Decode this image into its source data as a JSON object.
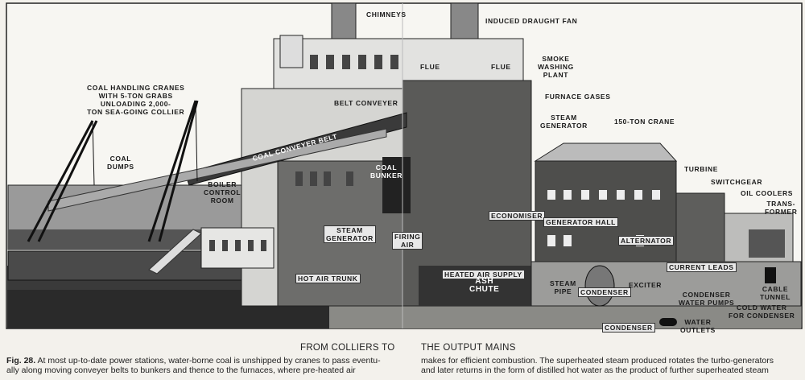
{
  "labels": {
    "chimneys": "CHIMNEYS",
    "induced_draught_fan": "INDUCED DRAUGHT FAN",
    "cranes": [
      "COAL HANDLING CRANES",
      "WITH 5-TON GRABS",
      "UNLOADING 2,000-",
      "TON SEA-GOING COLLIER"
    ],
    "coal_dumps": [
      "COAL",
      "DUMPS"
    ],
    "belt_conveyer": "BELT CONVEYER",
    "flue_left": "FLUE",
    "flue_right": "FLUE",
    "smoke_washing_plant": [
      "SMOKE",
      "WASHING",
      "PLANT"
    ],
    "furnace_gases": "FURNACE GASES",
    "steam_generator_upper": [
      "STEAM",
      "GENERATOR"
    ],
    "crane_150": "150-TON CRANE",
    "coal_conveyer_belt": "COAL CONVEYER BELT",
    "coal_bunker": [
      "COAL",
      "BUNKER"
    ],
    "boiler_control_room": [
      "BOILER",
      "CONTROL",
      "ROOM"
    ],
    "turbine": "TURBINE",
    "switchgear": "SWITCHGEAR",
    "oil_coolers": "OIL COOLERS",
    "transformer": [
      "TRANS-",
      "FORMER"
    ],
    "steam_generator_lower": [
      "STEAM",
      "GENERATOR"
    ],
    "firing_air": [
      "FIRING",
      "AIR"
    ],
    "economiser": "ECONOMISER",
    "generator_hall": "GENERATOR HALL",
    "alternator": "ALTERNATOR",
    "hot_air_trunk": "HOT AIR TRUNK",
    "heated_air_supply": "HEATED AIR SUPPLY",
    "ash_chute": [
      "ASH",
      "CHUTE"
    ],
    "current_leads": "CURRENT LEADS",
    "steam_pipe": [
      "STEAM",
      "PIPE"
    ],
    "condenser_main": "CONDENSER",
    "exciter": "EXCITER",
    "condenser_water_pumps": [
      "CONDENSER",
      "WATER PUMPS"
    ],
    "cable_tunnel": [
      "CABLE",
      "TUNNEL"
    ],
    "cold_water": [
      "COLD WATER",
      "FOR CONDENSER"
    ],
    "condenser_bottom": "CONDENSER",
    "water_outlets": [
      "WATER",
      "OUTLETS"
    ]
  },
  "caption": {
    "heading_left": "FROM COLLIERS TO",
    "heading_right": "THE OUTPUT MAINS",
    "fig": "Fig. 28.",
    "left_line1": " At most up-to-date power stations, water-borne coal is unshipped by cranes to pass eventu-",
    "left_line2": "ally along moving conveyer belts to bunkers and thence to the furnaces, where pre-heated air",
    "right_line1": "makes for efficient combustion. The superheated steam produced rotates the turbo-generators",
    "right_line2": "and later returns in the form of distilled hot water as the product of further superheated steam"
  }
}
